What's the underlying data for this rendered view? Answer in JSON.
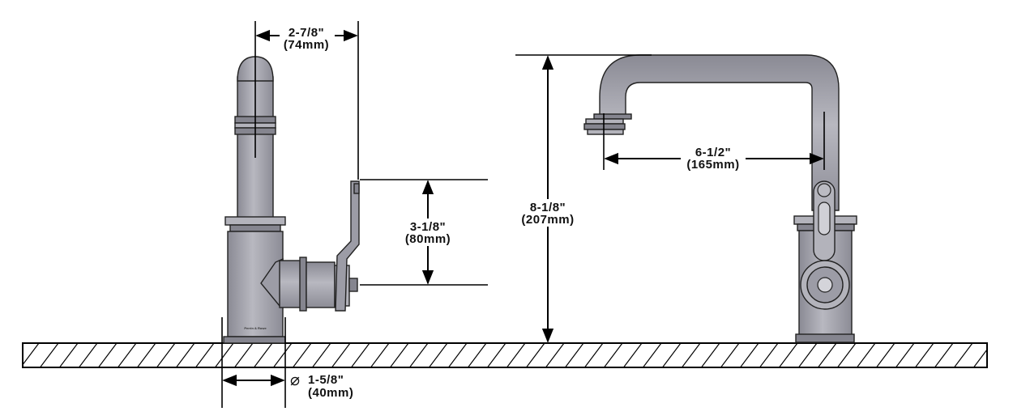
{
  "dimensions": {
    "handle_offset": {
      "imperial": "2-7/8\"",
      "metric": "(74mm)"
    },
    "handle_height": {
      "imperial": "3-1/8\"",
      "metric": "(80mm)"
    },
    "overall_height": {
      "imperial": "8-1/8\"",
      "metric": "(207mm)"
    },
    "spout_reach": {
      "imperial": "6-1/2\"",
      "metric": "(165mm)"
    },
    "base_diameter": {
      "symbol": "⌀",
      "imperial": "1-5/8\"",
      "metric": "(40mm)"
    }
  },
  "brand_mark": "Perrin & Rowe",
  "colors": {
    "metal": "#9c9ca6",
    "metal_light": "#b3b3bb",
    "metal_dark": "#85858f",
    "line": "#000000",
    "background": "#ffffff"
  }
}
